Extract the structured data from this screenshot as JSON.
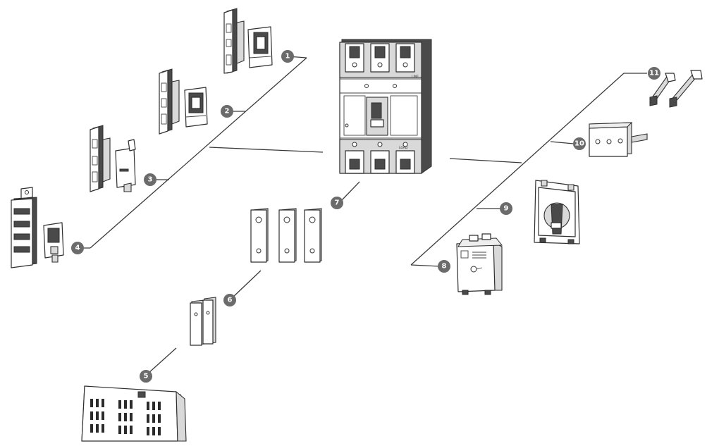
{
  "callouts": [
    {
      "id": 1,
      "label": "1"
    },
    {
      "id": 2,
      "label": "2"
    },
    {
      "id": 3,
      "label": "3"
    },
    {
      "id": 4,
      "label": "4"
    },
    {
      "id": 5,
      "label": "5"
    },
    {
      "id": 6,
      "label": "6"
    },
    {
      "id": 7,
      "label": "7"
    },
    {
      "id": 8,
      "label": "8"
    },
    {
      "id": 9,
      "label": "9"
    },
    {
      "id": 10,
      "label": "10"
    },
    {
      "id": 11,
      "label": "11"
    }
  ],
  "breaker_markings": {
    "top": "LINE",
    "bottom": "LOAD"
  },
  "colors": {
    "line": "#3a3a3a",
    "badge": "#6b6b6b",
    "part_dark": "#4a4a4a",
    "part_grey": "#d9d9d9"
  }
}
